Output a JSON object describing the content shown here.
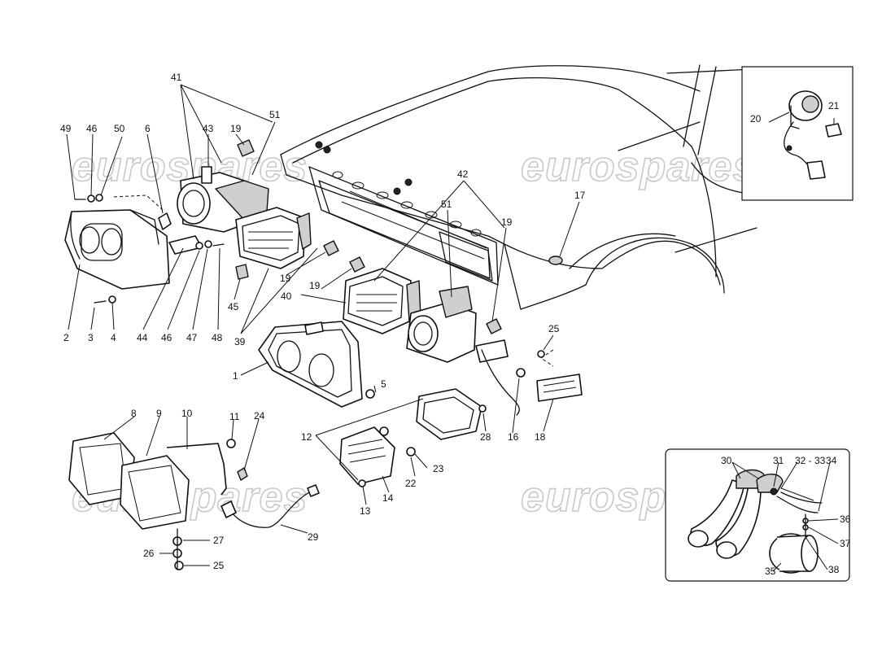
{
  "watermark": "eurospares",
  "labels": {
    "l1": "1",
    "l2": "2",
    "l3": "3",
    "l4": "4",
    "l5": "5",
    "l6": "6",
    "l8": "8",
    "l9": "9",
    "l10": "10",
    "l11": "11",
    "l12": "12",
    "l13": "13",
    "l14": "14",
    "l16": "16",
    "l17": "17",
    "l18": "18",
    "l19a": "19",
    "l19b": "19",
    "l19c": "19",
    "l19d": "19",
    "l20": "20",
    "l21": "21",
    "l22": "22",
    "l23": "23",
    "l24": "24",
    "l25a": "25",
    "l25b": "25",
    "l26": "26",
    "l27": "27",
    "l28": "28",
    "l29": "29",
    "l30": "30",
    "l31": "31",
    "l3233": "32 - 33",
    "l34": "34",
    "l35": "35",
    "l36": "36",
    "l37": "37",
    "l38": "38",
    "l39": "39",
    "l40": "40",
    "l41": "41",
    "l42": "42",
    "l43": "43",
    "l44": "44",
    "l45": "45",
    "l46a": "46",
    "l46b": "46",
    "l47": "47",
    "l48": "48",
    "l49": "49",
    "l50": "50",
    "l51a": "51",
    "l51b": "51"
  }
}
